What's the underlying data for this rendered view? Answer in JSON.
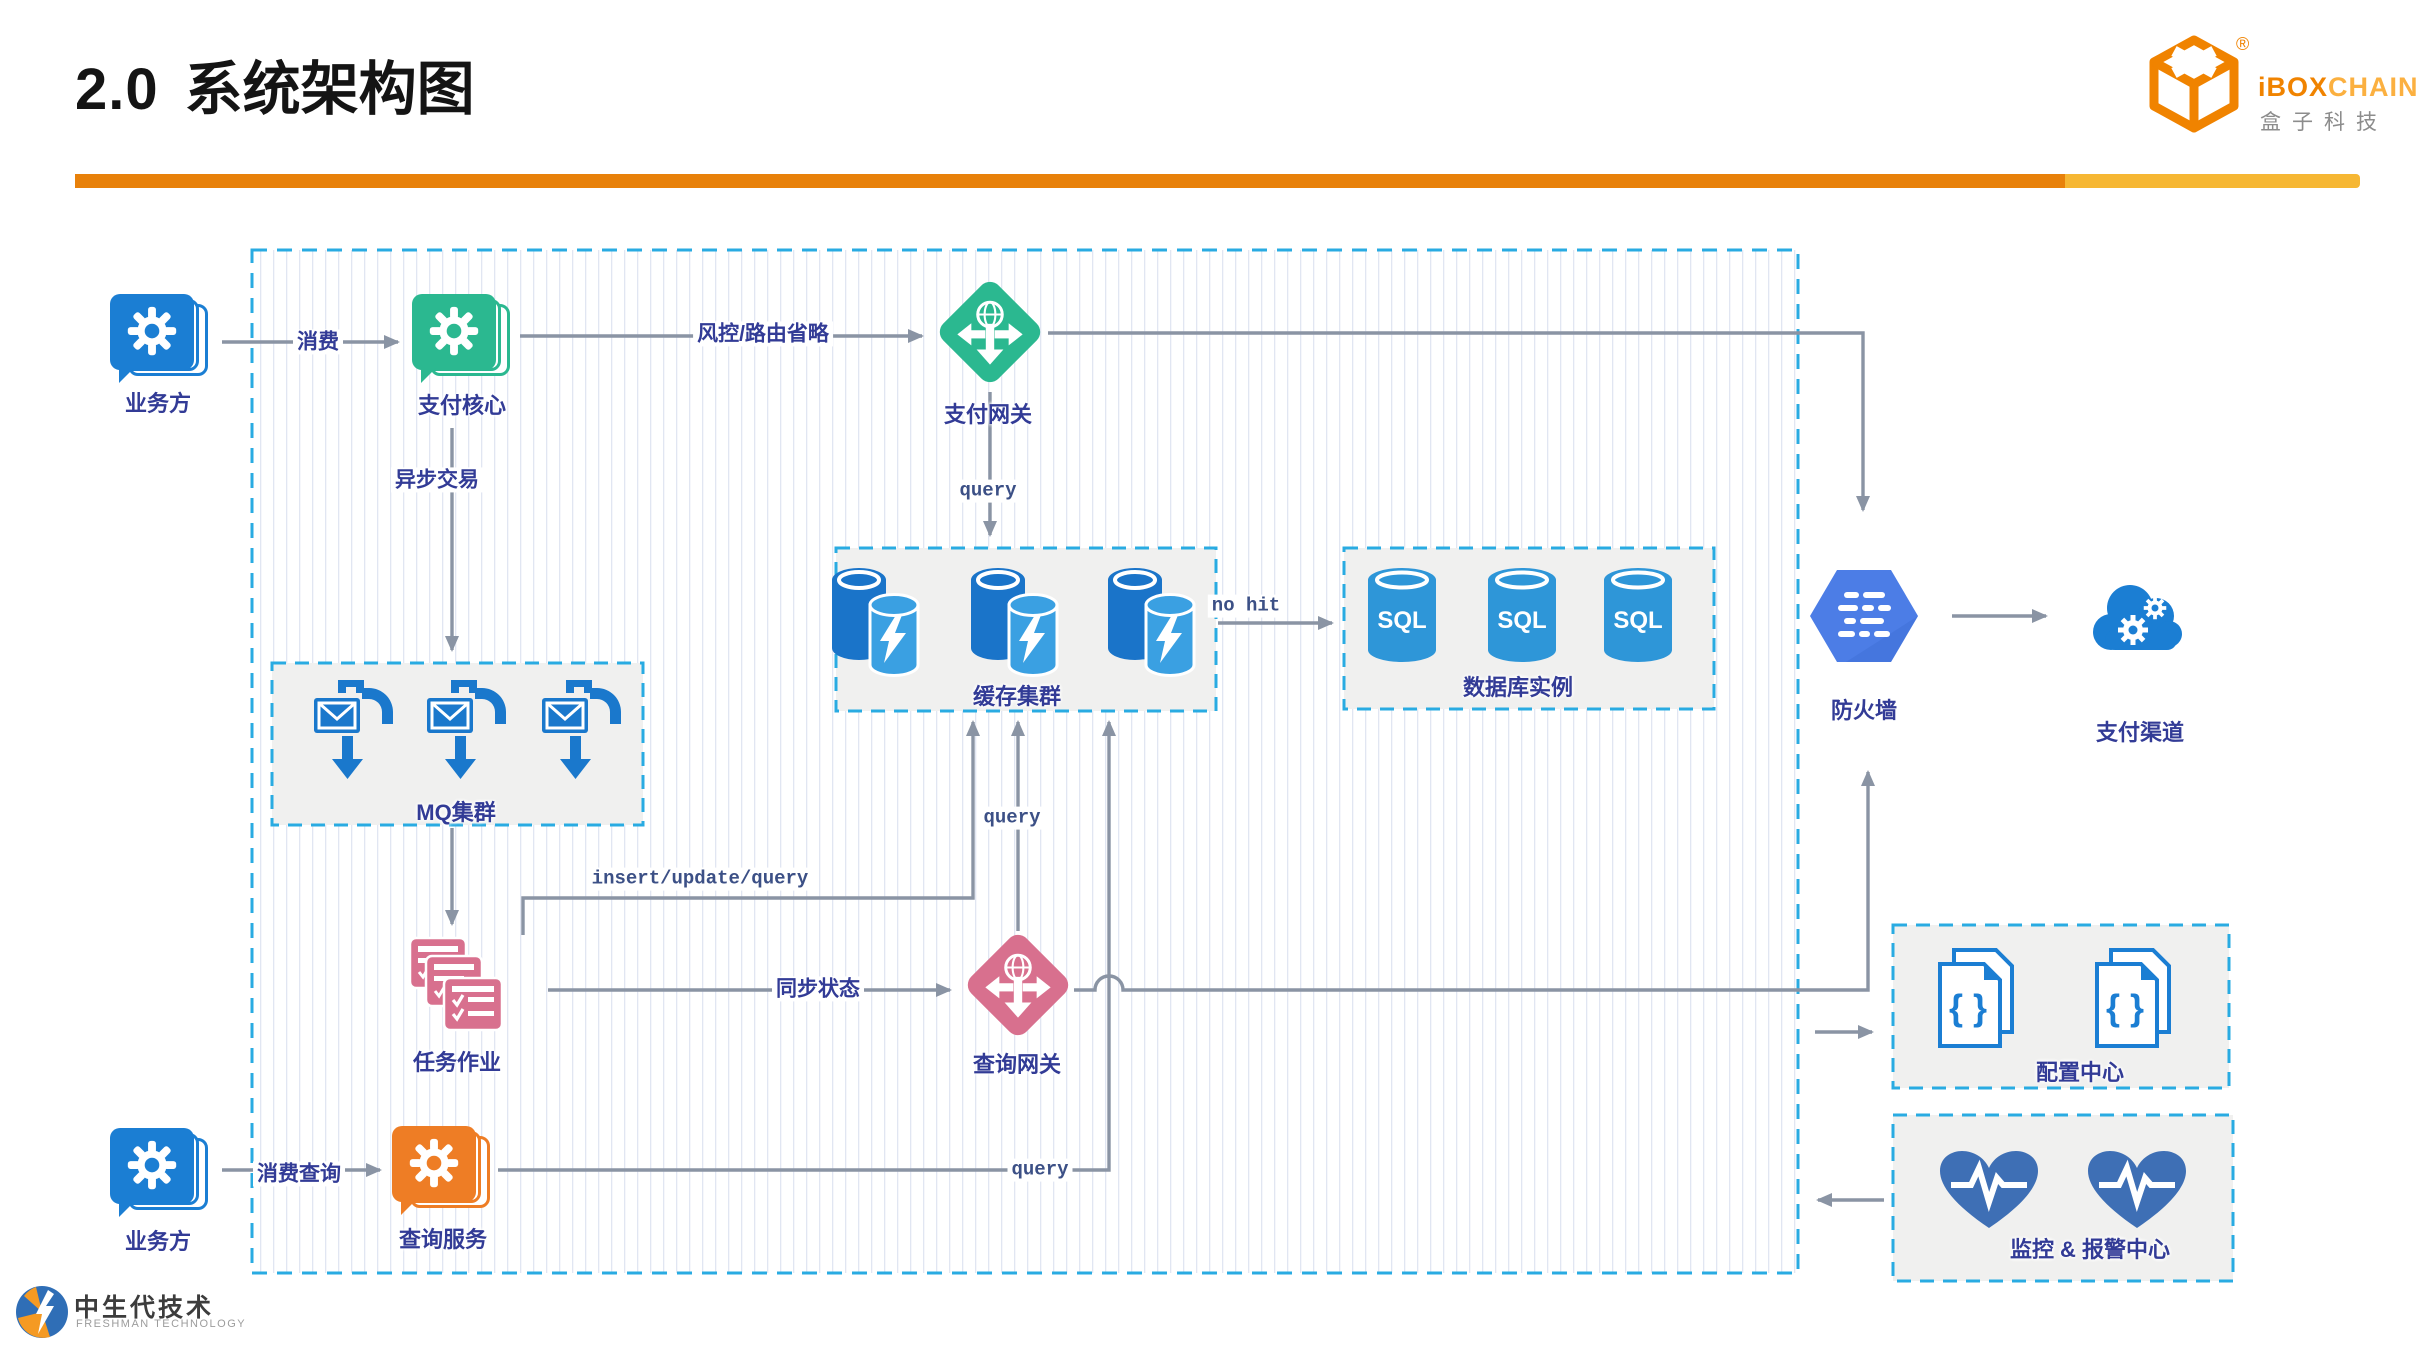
{
  "header": {
    "title_number": "2.0",
    "title_text": "系统架构图"
  },
  "brand": {
    "wordmark_left": "iBOX",
    "wordmark_right": "CHAIN",
    "subtitle": "盒子科技",
    "registered": "®",
    "color_primary": "#f08300",
    "color_secondary": "#fbb040"
  },
  "footer": {
    "company": "中生代技术",
    "company_en": "FRESHMAN TECHNOLOGY"
  },
  "nodes": {
    "business_top": {
      "label": "业务方"
    },
    "payment_core": {
      "label": "支付核心"
    },
    "payment_gateway": {
      "label": "支付网关"
    },
    "cache_cluster": {
      "label": "缓存集群"
    },
    "db_instance": {
      "label": "数据库实例"
    },
    "mq_cluster": {
      "label": "MQ集群"
    },
    "task_jobs": {
      "label": "任务作业"
    },
    "query_gateway": {
      "label": "查询网关"
    },
    "query_service": {
      "label": "查询服务"
    },
    "business_bottom": {
      "label": "业务方"
    },
    "firewall": {
      "label": "防火墙"
    },
    "payment_channel": {
      "label": "支付渠道"
    },
    "config_center": {
      "label": "配置中心"
    },
    "monitor_center": {
      "label": "监控 & 报警中心"
    }
  },
  "edges": {
    "consume": "消费",
    "risk_route": "风控/路由省略",
    "query_top": "query",
    "async_tx": "异步交易",
    "no_hit": "no hit",
    "insert_update_query": "insert/update/query",
    "sync_status": "同步状态",
    "query_mid": "query",
    "query_bottom": "query",
    "consume_query": "消费查询"
  },
  "icons": {
    "sql_text": "SQL",
    "braces": "{ }"
  },
  "colors": {
    "divider_orange": "#e8810a",
    "divider_yellow": "#f6b733",
    "dashed_border": "#29abe2",
    "box_fill": "#f0f0ef",
    "blue": "#1b7ed3",
    "green": "#2bb890",
    "pink": "#d8708e",
    "orange": "#ee7d25",
    "cache_back": "#1a74c9",
    "cache_front": "#3aa0e2",
    "sql_blue": "#2e96d8",
    "mq_blue": "#1a78cc",
    "firewall_blue": "#4c7de6",
    "heart_blue": "#3e6fb5",
    "wire_gray": "#8a94a4",
    "label_navy": "#323b96",
    "mono_blue": "#3c5086"
  }
}
